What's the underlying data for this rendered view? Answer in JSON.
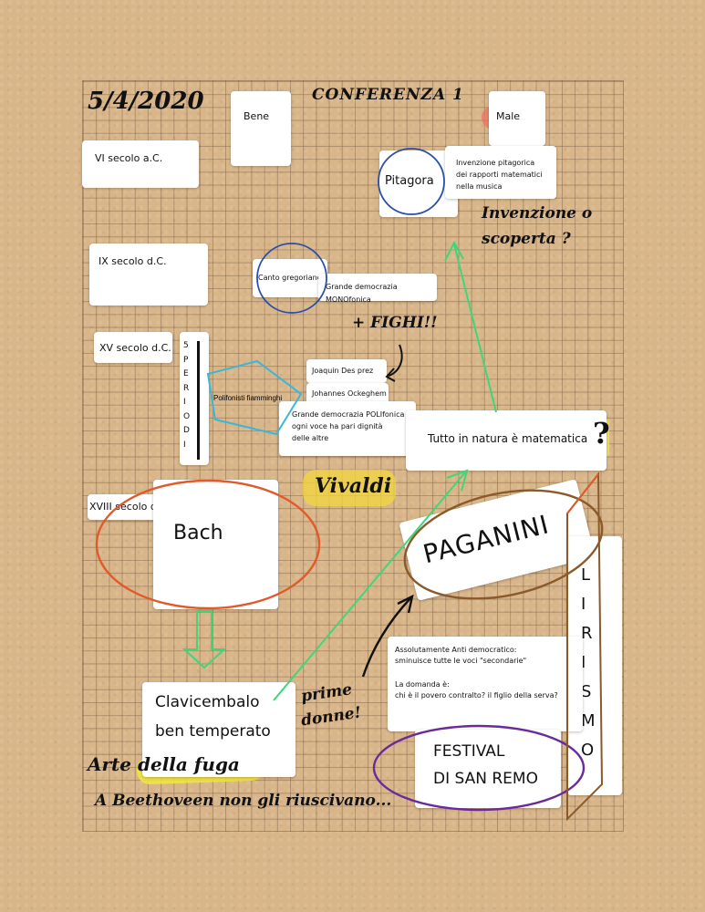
{
  "header": {
    "date": "5/4/2020",
    "title": "CONFERENZA 1",
    "good_label": "Bene",
    "bad_label": "Male"
  },
  "periods": {
    "p1": "VI secolo a.C.",
    "p2": "IX secolo d.C.",
    "p3": "XV secolo d.C.",
    "p4": "XVIII secolo d.C."
  },
  "pitagora": {
    "name": "Pitagora",
    "desc": [
      "Invenzione pitagorica",
      "dei rapporti matematici",
      "nella musica"
    ],
    "question": [
      "Invenzione o",
      "scoperta ?"
    ]
  },
  "gregoriano": {
    "name": "Canto gregoriano",
    "desc": "Grande democrazia MONOfonica"
  },
  "fighi": "+ FIGHI!!",
  "periodi_vertical": [
    "5",
    "P",
    "E",
    "R",
    "I",
    "O",
    "D",
    "I"
  ],
  "fiamminghi": {
    "name": "Polifonisti fiamminghi",
    "composer1": "Joaquin Des prez",
    "composer2": "Johannes Ockeghem",
    "desc": [
      "Grande democrazia POLIfonica",
      "ogni voce ha pari dignità",
      "delle altre"
    ]
  },
  "matematica": {
    "text": "Tutto in natura è matematica",
    "mark": "?"
  },
  "vivaldi": "Vivaldi",
  "bach": "Bach",
  "paganini": "PAGANINI",
  "lirismo": [
    "L",
    "I",
    "R",
    "I",
    "S",
    "M",
    "O"
  ],
  "clavicembalo": [
    "Clavicembalo",
    "ben temperato"
  ],
  "prime_donne": [
    "prime",
    "donne!"
  ],
  "anti": {
    "line1": "Assolutamente Anti democratico:",
    "line2": "sminuisce tutte le voci \"secondarie\"",
    "line3": "La domanda è:",
    "line4": "chi è il povero contralto? il figlio della serva?"
  },
  "festival": [
    "FESTIVAL",
    "DI SAN REMO"
  ],
  "footer": {
    "fuga": "Arte della fuga",
    "beethoven": "A Beethoveen non gli riuscivano..."
  },
  "colors": {
    "good": "#7bdc3a",
    "bad": "#f27a6a",
    "highlight": "#f2e14a",
    "arrow": "#3fd67a",
    "bach_ellipse": "#e05a2a",
    "blue": "#2a4fa8",
    "cyan": "#3ab7d8",
    "brown": "#8a5a2a",
    "purple": "#6a2a9a"
  }
}
